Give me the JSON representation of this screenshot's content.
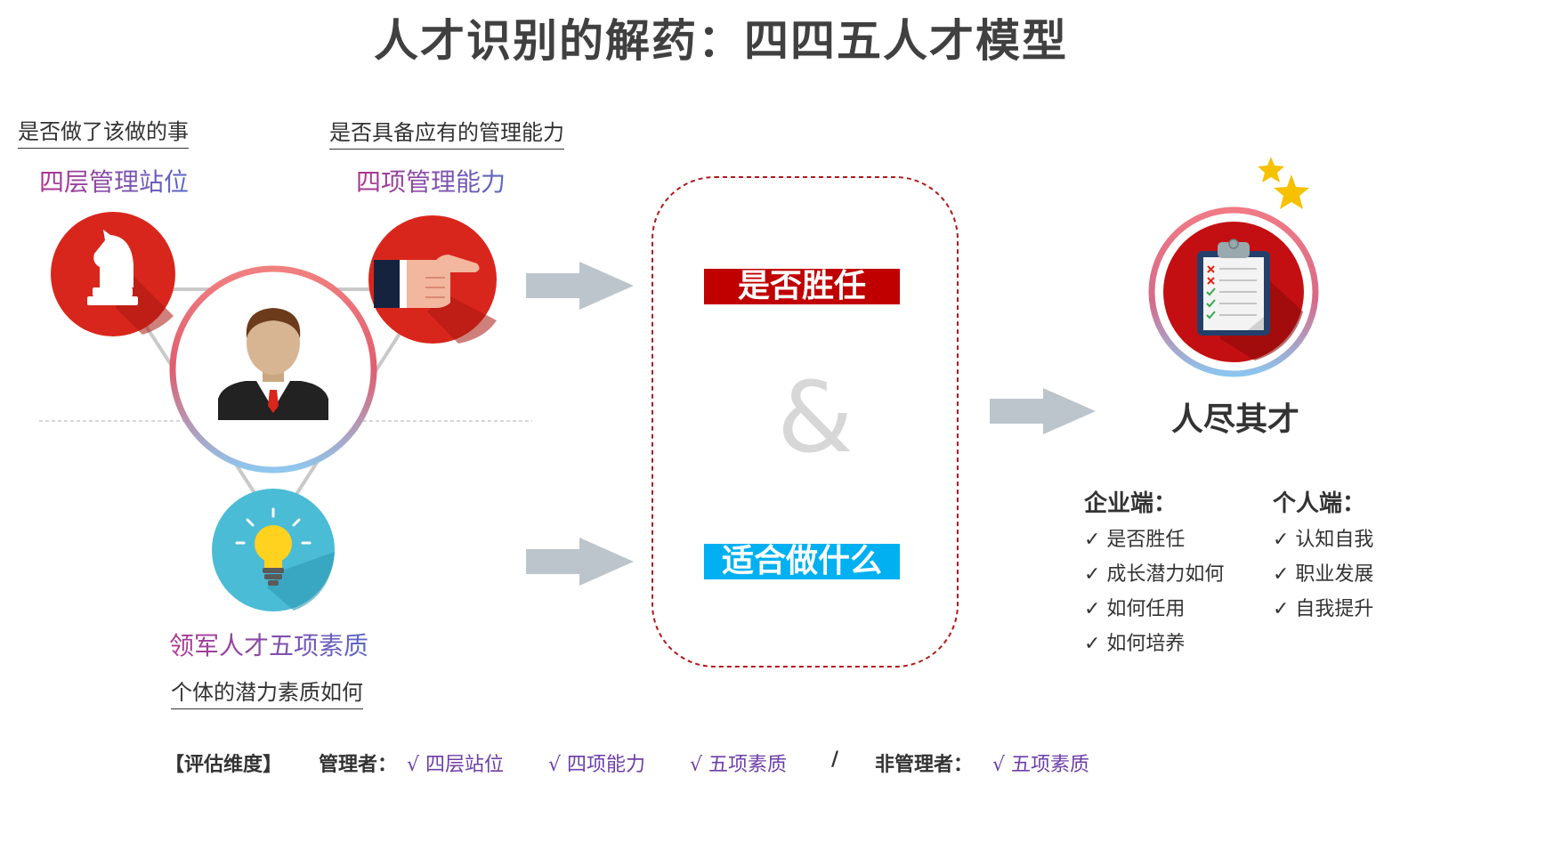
{
  "title": "人才识别的解药：四四五人才模型",
  "left": {
    "q1": "是否做了该做的事",
    "g1": "四层管理站位",
    "q2": "是否具备应有的管理能力",
    "g2": "四项管理能力",
    "g3": "领军人才五项素质",
    "q3": "个体的潜力素质如何"
  },
  "icons": {
    "knight": "chess-knight-icon",
    "pointing": "pointing-hand-icon",
    "person": "businessman-icon",
    "bulb": "lightbulb-icon",
    "clipboard": "checklist-clipboard-icon",
    "stars": "star-icon"
  },
  "center": {
    "badge1": "是否胜任",
    "amp": "&",
    "badge2": "适合做什么"
  },
  "right": {
    "result": "人尽其才",
    "enterprise_title": "企业端：",
    "enterprise_items": [
      "✓ 是否胜任",
      "✓ 成长潜力如何",
      "✓ 如何任用",
      "✓ 如何培养"
    ],
    "personal_title": "个人端：",
    "personal_items": [
      "✓ 认知自我",
      "✓ 职业发展",
      "✓ 自我提升"
    ]
  },
  "footer": {
    "label": "【评估维度】",
    "mgr": "管理者：",
    "m1": "√ 四层站位",
    "m2": "√  四项能力",
    "m3": "√  五项素质",
    "sep": "/",
    "nonmgr": "非管理者：",
    "n1": "√  五项素质"
  },
  "colors": {
    "red": "#d9261c",
    "darkred": "#c00000",
    "blue": "#00b0f0",
    "arrow": "#bcc5cb",
    "cyan": "#4bbcd6"
  }
}
